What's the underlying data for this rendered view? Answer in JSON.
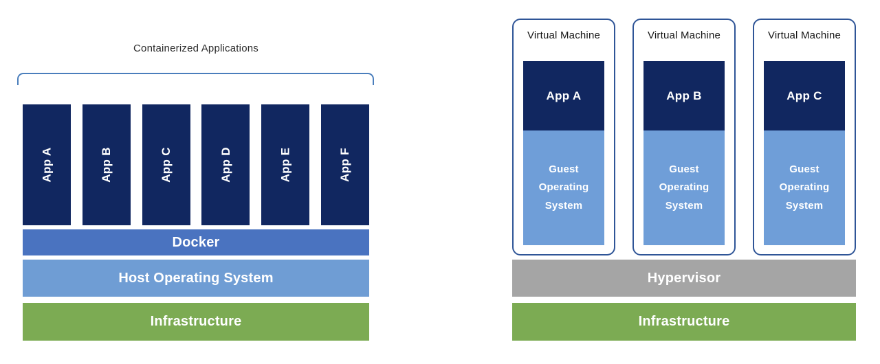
{
  "left": {
    "title": "Containerized Applications",
    "apps": [
      "App A",
      "App B",
      "App C",
      "App D",
      "App E",
      "App F"
    ],
    "layers": {
      "docker": {
        "label": "Docker",
        "color": "#4a73c0"
      },
      "host_os": {
        "label": "Host Operating System",
        "color": "#6f9dd4"
      },
      "infrastructure": {
        "label": "Infrastructure",
        "color": "#7cab53"
      }
    }
  },
  "right": {
    "vms": [
      {
        "title": "Virtual Machine",
        "app": "App A",
        "guest_os": "Guest Operating System"
      },
      {
        "title": "Virtual Machine",
        "app": "App B",
        "guest_os": "Guest Operating System"
      },
      {
        "title": "Virtual Machine",
        "app": "App C",
        "guest_os": "Guest Operating System"
      }
    ],
    "layers": {
      "hypervisor": {
        "label": "Hypervisor",
        "color": "#a5a5a5"
      },
      "infrastructure": {
        "label": "Infrastructure",
        "color": "#7cab53"
      }
    }
  },
  "colors": {
    "app_block_navy": "#112760",
    "guest_os_blue": "#6f9ed8",
    "vm_border_blue": "#2f5597",
    "bracket_blue": "#4a7ebc",
    "background": "#ffffff"
  }
}
